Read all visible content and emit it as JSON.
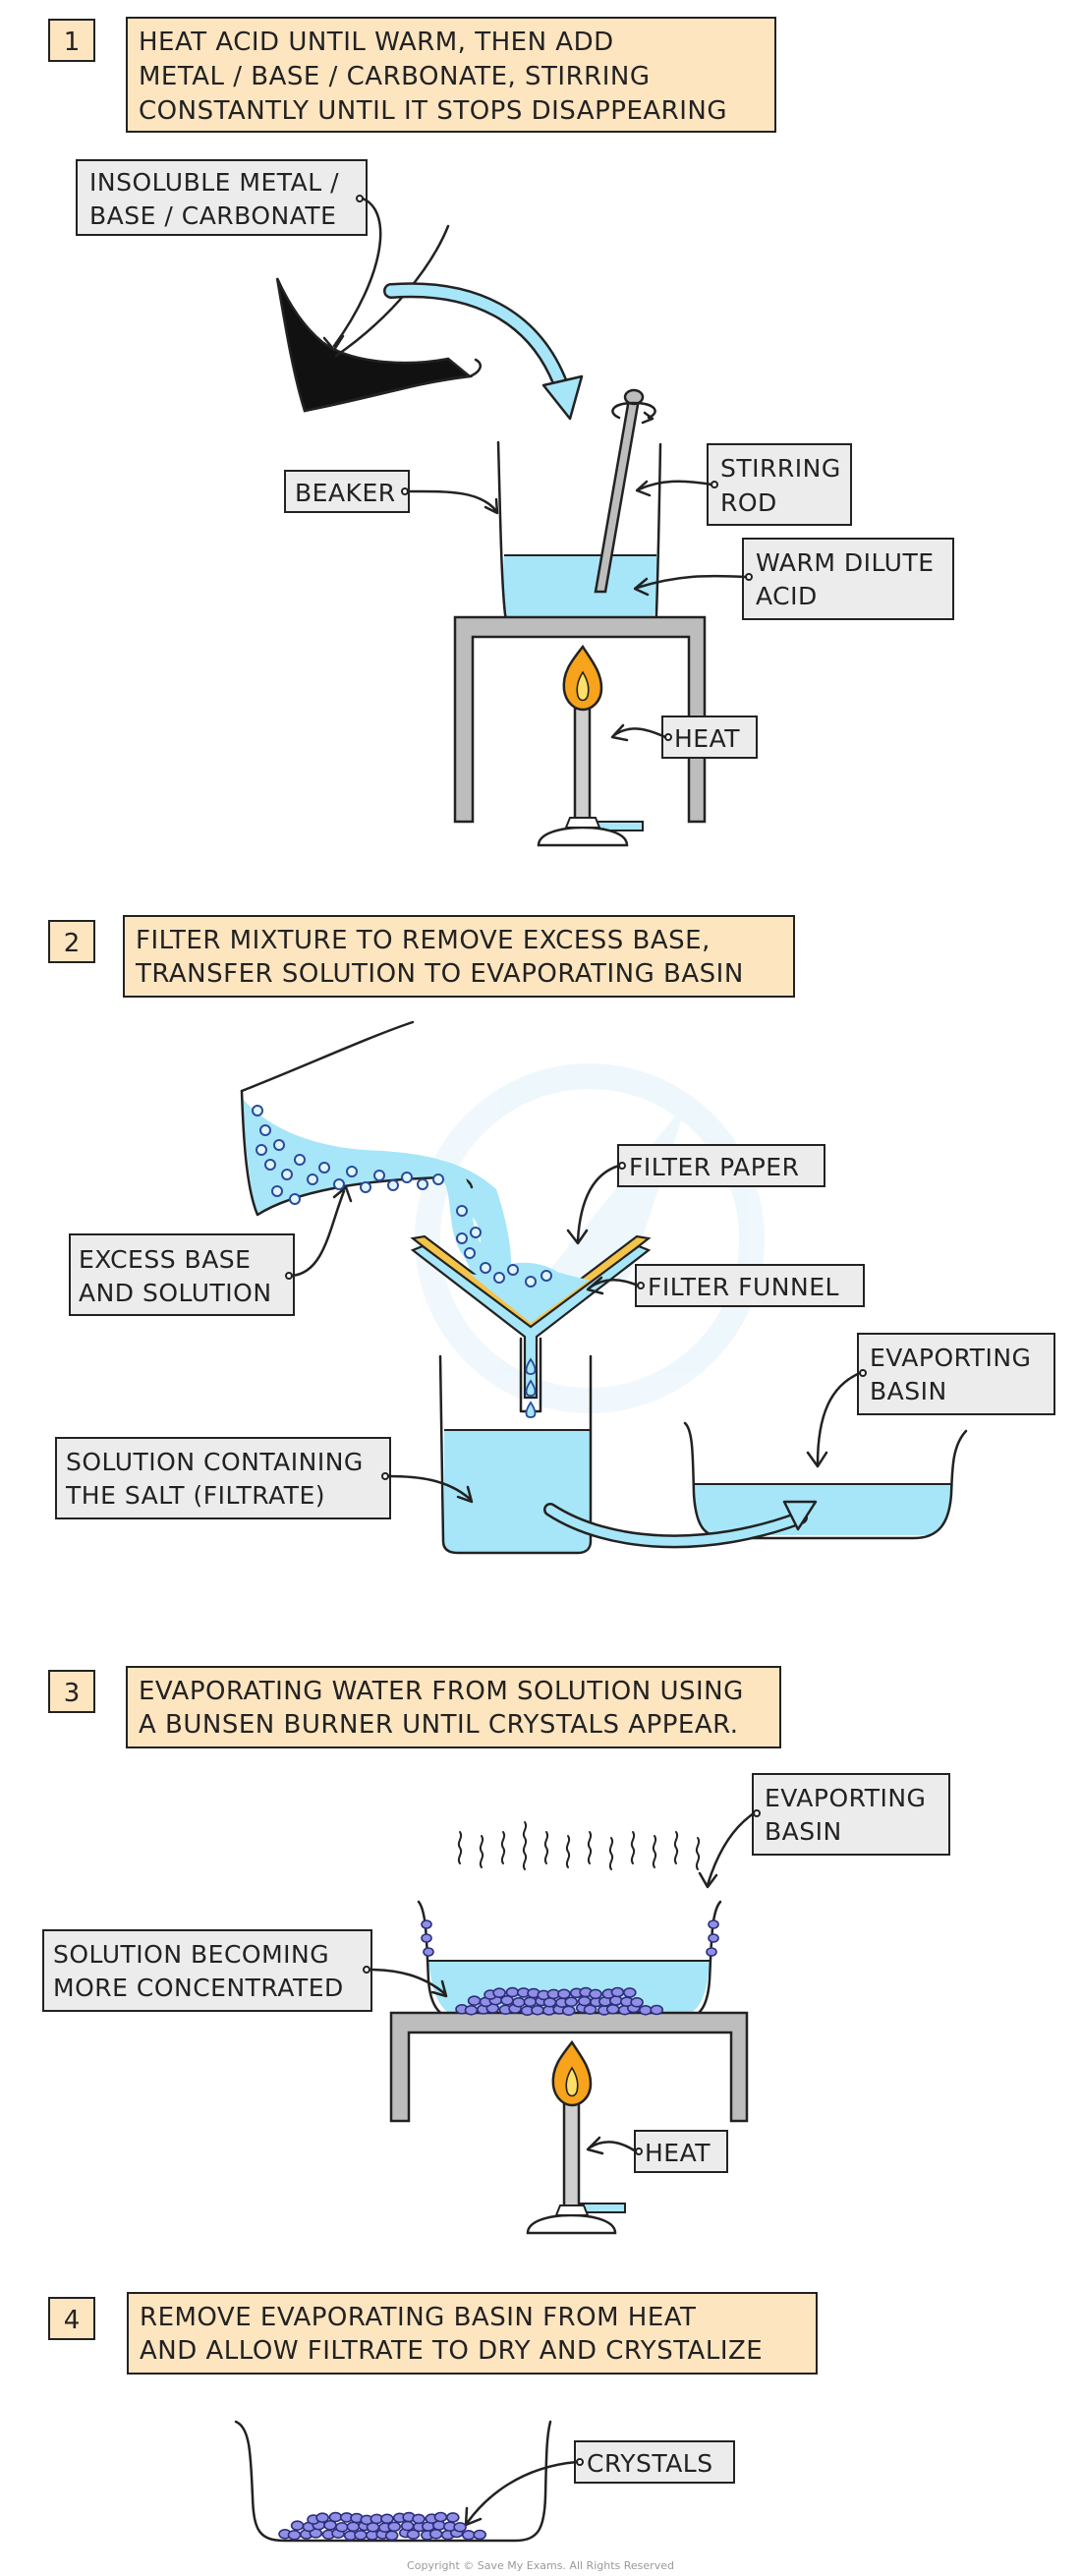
{
  "steps": [
    {
      "number": "1",
      "lines": [
        "HEAT ACID UNTIL WARM, THEN ADD",
        "METAL / BASE / CARBONATE, STIRRING",
        "CONSTANTLY UNTIL IT STOPS DISAPPEARING"
      ]
    },
    {
      "number": "2",
      "lines": [
        "FILTER MIXTURE TO REMOVE EXCESS BASE,",
        "TRANSFER SOLUTION TO EVAPORATING BASIN"
      ]
    },
    {
      "number": "3",
      "lines": [
        "EVAPORATING WATER FROM SOLUTION USING",
        "A BUNSEN BURNER UNTIL CRYSTALS APPEAR."
      ]
    },
    {
      "number": "4",
      "lines": [
        "REMOVE EVAPORATING BASIN FROM HEAT",
        "AND ALLOW FILTRATE TO DRY AND CRYSTALIZE"
      ]
    }
  ],
  "labels": {
    "insoluble": [
      "INSOLUBLE METAL /",
      "BASE / CARBONATE"
    ],
    "beaker": [
      "BEAKER"
    ],
    "stirring_rod": [
      "STIRRING",
      "ROD"
    ],
    "warm_acid": [
      "WARM DILUTE",
      "ACID"
    ],
    "heat_1": [
      "HEAT"
    ],
    "filter_paper": [
      "FILTER PAPER"
    ],
    "excess_base": [
      "EXCESS BASE",
      "AND SOLUTION"
    ],
    "filter_funnel": [
      "FILTER FUNNEL"
    ],
    "evap_basin_2": [
      "EVAPORTING",
      "BASIN"
    ],
    "filtrate": [
      "SOLUTION CONTAINING",
      "THE SALT (FILTRATE)"
    ],
    "evap_basin_3": [
      "EVAPORTING",
      "BASIN"
    ],
    "concentrated": [
      "SOLUTION BECOMING",
      "MORE CONCENTRATED"
    ],
    "heat_3": [
      "HEAT"
    ],
    "crystals": [
      "CRYSTALS"
    ]
  },
  "copyright": "Copyright © Save My Exams. All Rights Reserved",
  "colors": {
    "step_box": "#fde5c0",
    "label_box": "#ececec",
    "liquid": "#a6e6f8",
    "flame_outer": "#f7a31b",
    "flame_inner": "#ffe066",
    "filter_paper": "#f3c34a",
    "crystal": "#8f8fe6"
  },
  "icons": [
    "bunsen-burner-icon",
    "flame-icon",
    "beaker-icon",
    "tripod-icon",
    "filter-funnel-icon",
    "evaporating-basin-icon"
  ]
}
